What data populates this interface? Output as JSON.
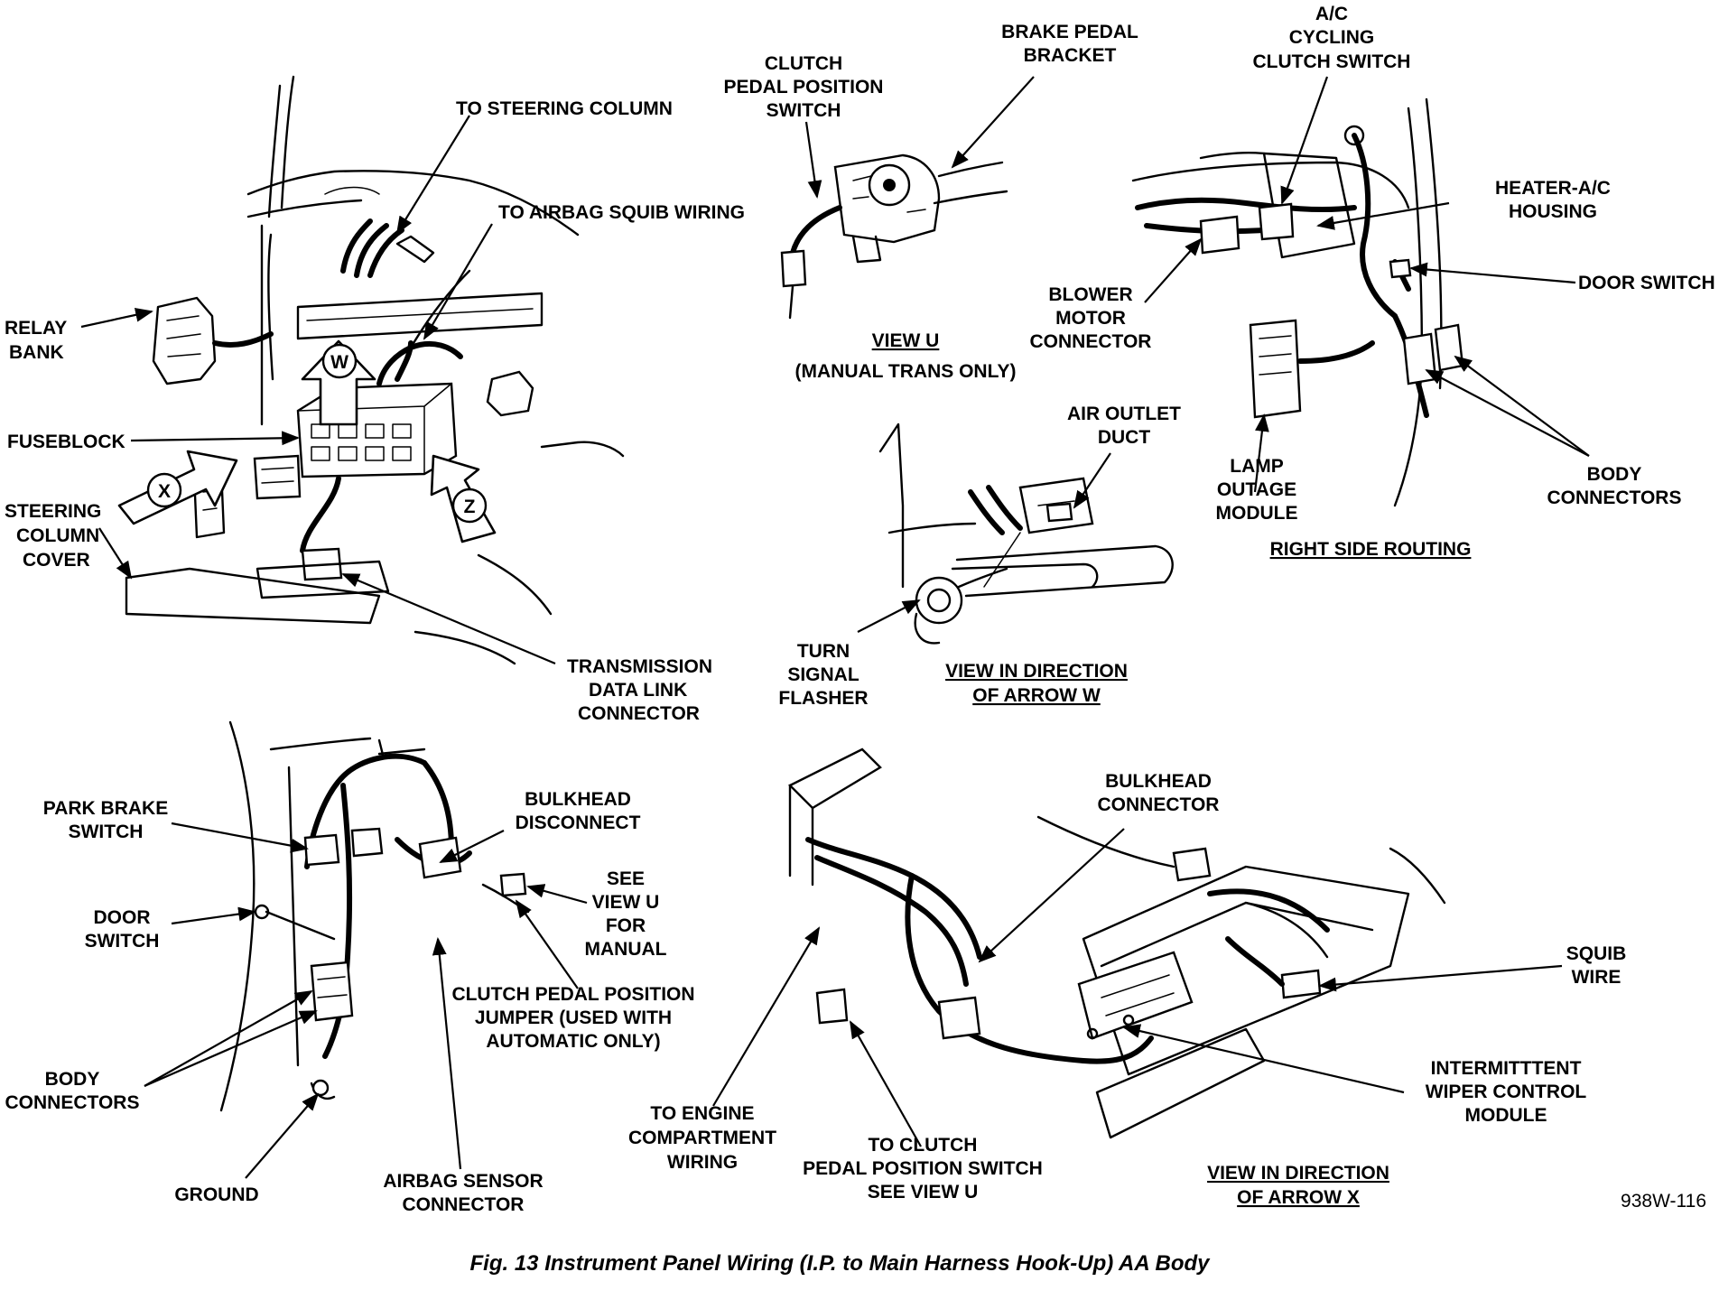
{
  "figure": {
    "caption": "Fig. 13 Instrument Panel Wiring (I.P. to Main Harness Hook-Up) AA Body",
    "reference": "938W-116"
  },
  "views": {
    "main": {
      "labels": {
        "steering_column": "TO STEERING COLUMN",
        "airbag_squib": "TO AIRBAG SQUIB WIRING",
        "relay_bank": [
          "RELAY",
          "BANK"
        ],
        "fuseblock": "FUSEBLOCK",
        "steering_cover": [
          "STEERING",
          "COLUMN",
          "COVER"
        ],
        "data_link": [
          "TRANSMISSION",
          "DATA LINK",
          "CONNECTOR"
        ]
      },
      "arrow_letters": {
        "w": "W",
        "x": "X",
        "z": "Z"
      }
    },
    "view_u": {
      "labels": {
        "clutch_switch": [
          "CLUTCH",
          "PEDAL POSITION",
          "SWITCH"
        ],
        "brake_bracket": [
          "BRAKE PEDAL",
          "BRACKET"
        ]
      },
      "title": "VIEW U",
      "subtitle": "(MANUAL TRANS ONLY)"
    },
    "right_side": {
      "labels": {
        "ac_switch": [
          "A/C",
          "CYCLING",
          "CLUTCH SWITCH"
        ],
        "heater_housing": [
          "HEATER-A/C",
          "HOUSING"
        ],
        "door_switch": "DOOR SWITCH",
        "blower": [
          "BLOWER",
          "MOTOR",
          "CONNECTOR"
        ],
        "lamp_outage": [
          "LAMP",
          "OUTAGE",
          "MODULE"
        ],
        "body_connectors": [
          "BODY",
          "CONNECTORS"
        ]
      },
      "title": "RIGHT SIDE ROUTING"
    },
    "arrow_w_view": {
      "labels": {
        "air_outlet": [
          "AIR OUTLET",
          "DUCT"
        ],
        "turn_signal": [
          "TURN",
          "SIGNAL",
          "FLASHER"
        ]
      },
      "title": [
        "VIEW IN DIRECTION",
        "OF ARROW W"
      ]
    },
    "arrow_z_view": {
      "labels": {
        "park_brake": [
          "PARK BRAKE",
          "SWITCH"
        ],
        "bulkhead_disconnect": [
          "BULKHEAD",
          "DISCONNECT"
        ],
        "see_view_u": [
          "SEE",
          "VIEW U",
          "FOR",
          "MANUAL"
        ],
        "door_switch": [
          "DOOR",
          "SWITCH"
        ],
        "clutch_jumper": [
          "CLUTCH PEDAL POSITION",
          "JUMPER (USED WITH",
          "AUTOMATIC ONLY)"
        ],
        "body_connectors": [
          "BODY",
          "CONNECTORS"
        ],
        "ground": "GROUND",
        "airbag_sensor": [
          "AIRBAG SENSOR",
          "CONNECTOR"
        ]
      }
    },
    "arrow_x_view": {
      "labels": {
        "bulkhead_connector": [
          "BULKHEAD",
          "CONNECTOR"
        ],
        "squib_wire": [
          "SQUIB",
          "WIRE"
        ],
        "wiper_module": [
          "INTERMITTTENT",
          "WIPER CONTROL",
          "MODULE"
        ],
        "engine_wiring": [
          "TO ENGINE",
          "COMPARTMENT",
          "WIRING"
        ],
        "clutch_switch": [
          "TO CLUTCH",
          "PEDAL POSITION SWITCH",
          "SEE VIEW U"
        ]
      },
      "title": [
        "VIEW IN DIRECTION",
        "OF ARROW X"
      ]
    }
  }
}
